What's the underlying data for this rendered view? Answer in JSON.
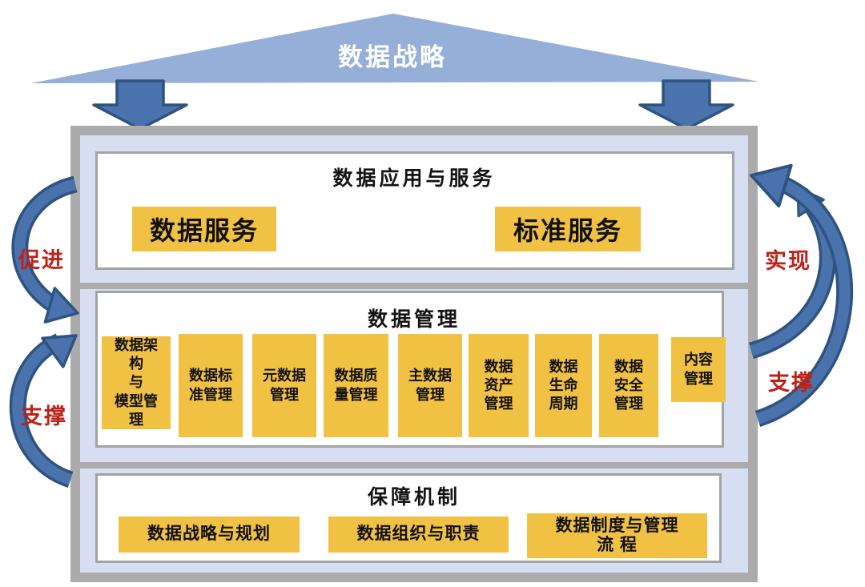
{
  "colors": {
    "roof_blue": "#96afd9",
    "arrow_blue": "#4a72ad",
    "arrow_edge": "#2f5380",
    "frame_gray": "#ababab",
    "panel_lavender": "#d7def2",
    "box_yellow": "#f1c143",
    "label_red": "#be2118",
    "text_black": "#111111"
  },
  "roof": {
    "label": "数据战略"
  },
  "side_labels": {
    "left_top": "促进",
    "left_bottom": "支撑",
    "right_top": "实现",
    "right_bottom": "支撑"
  },
  "sections": [
    {
      "title": "数据应用与服务",
      "items": [
        "数据服务",
        "标准服务"
      ]
    },
    {
      "title": "数据管理",
      "items": [
        "数据架\n构\n与\n模型管\n理",
        "数据标\n准管理",
        "元数据\n管理",
        "数据质\n量管理",
        "主数据\n管理",
        "数据\n资产\n管理",
        "数据\n生命\n周期",
        "数据\n安全\n管理",
        "内容\n管理"
      ]
    },
    {
      "title": "保障机制",
      "items": [
        "数据战略与规划",
        "数据组织与职责",
        "数据制度与管理\n流 程"
      ]
    }
  ]
}
